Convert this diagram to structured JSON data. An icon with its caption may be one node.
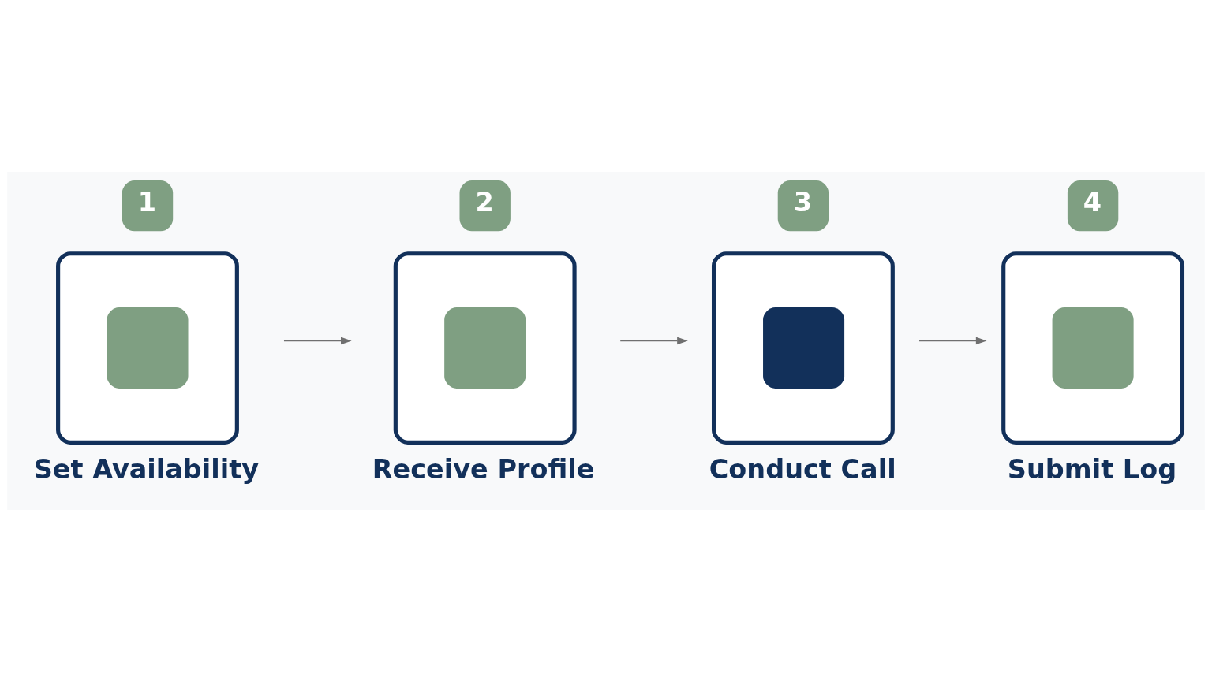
{
  "diagram": {
    "nodes": [
      {
        "text": [
          "Set Availability"
        ],
        "beside": [
          "1"
        ]
      },
      {
        "text": [
          "Receive Profile"
        ],
        "beside": [
          "2"
        ]
      },
      {
        "text": [
          "Conduct Call"
        ],
        "beside": [
          "3"
        ]
      },
      {
        "text": [
          "Submit Log"
        ],
        "beside": [
          "4"
        ]
      }
    ],
    "edges": [
      {
        "from": 0,
        "to": 1,
        "arrow": "to"
      },
      {
        "from": 1,
        "to": 2,
        "arrow": "to"
      },
      {
        "from": 2,
        "to": 3,
        "arrow": "to"
      }
    ]
  }
}
